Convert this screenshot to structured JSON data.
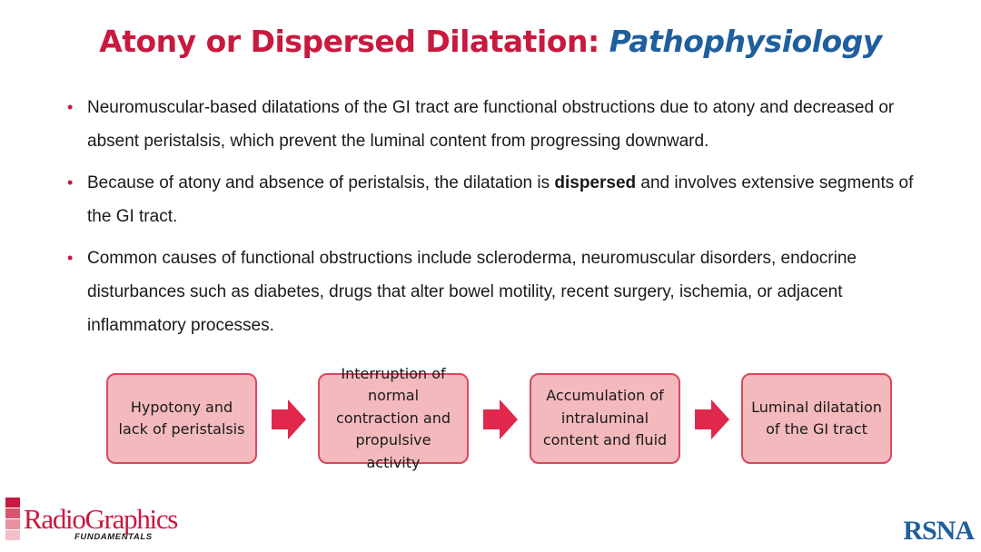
{
  "title": {
    "main": "Atony or Dispersed Dilatation:",
    "accent": "Pathophysiology"
  },
  "bullets": [
    {
      "before": "Neuromuscular-based dilatations of the GI tract are functional obstructions due to atony and decreased or absent peristalsis, which prevent the luminal content from progressing downward.",
      "bold": "",
      "after": ""
    },
    {
      "before": "Because of atony and absence of peristalsis, the dilatation is ",
      "bold": "dispersed",
      "after": " and involves extensive segments of the GI tract."
    },
    {
      "before": "Common causes of functional obstructions include scleroderma, neuromuscular disorders, endocrine disturbances such as diabetes, drugs that alter bowel motility, recent surgery, ischemia, or adjacent inflammatory processes.",
      "bold": "",
      "after": ""
    }
  ],
  "bullet_symbol": "•",
  "flow": [
    "Hypotony and lack of peristalsis",
    "Interruption of normal contraction and propulsive activity",
    "Accumulation of intraluminal content and fluid",
    "Luminal dilatation of the GI tract"
  ],
  "logos": {
    "radiographics": "RadioGraphics",
    "fundamentals": "FUNDAMENTALS",
    "rsna": "RSNA"
  },
  "colors": {
    "title_red": "#c8193f",
    "title_blue": "#1f5f9e",
    "box_fill": "#f3b9bd",
    "box_border": "#d8495f",
    "arrow": "#e0284d"
  }
}
